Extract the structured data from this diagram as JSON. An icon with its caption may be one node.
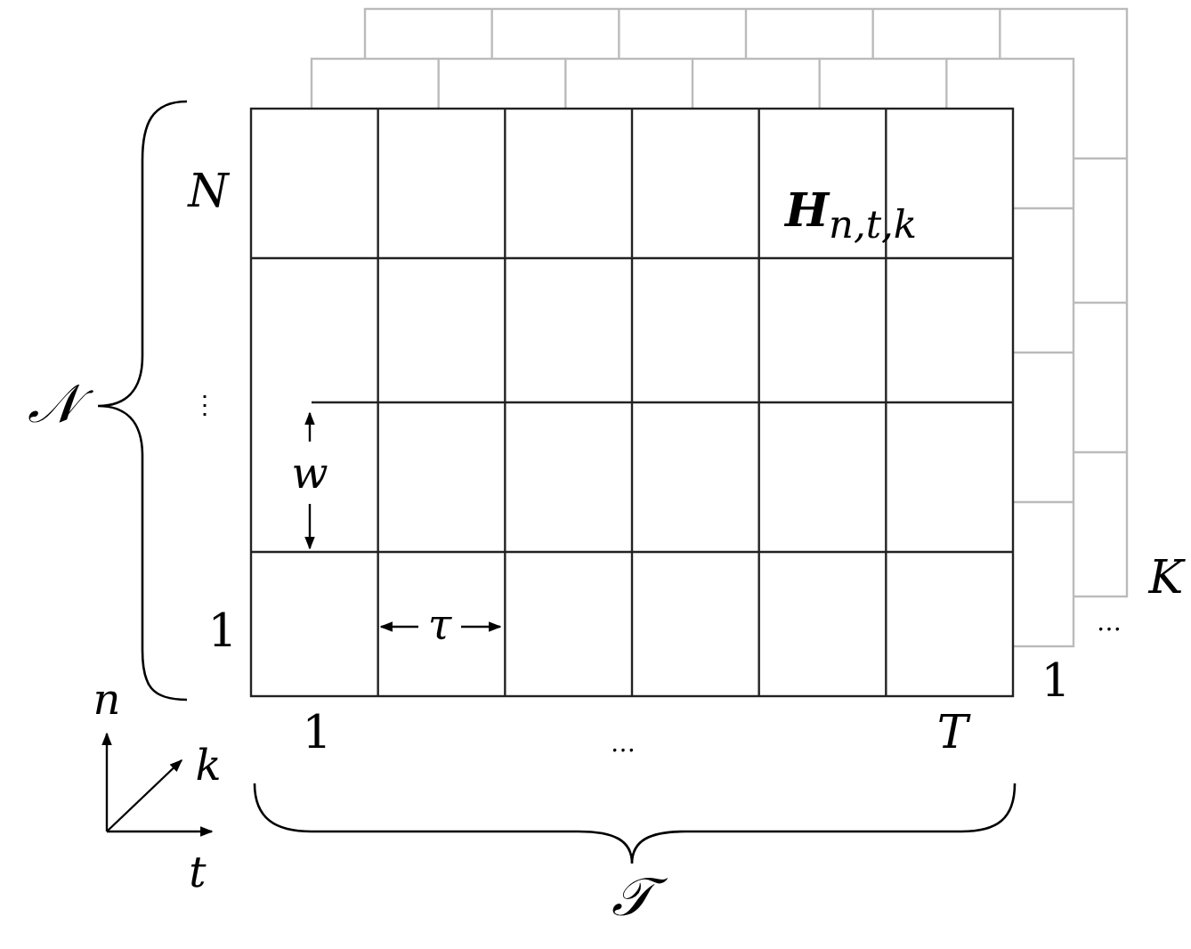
{
  "diagram": {
    "labels": [
      "N",
      "**H**$_{n,t,k}$",
      "⋮",
      "w",
      "1",
      "τ",
      "𝒩",
      "1",
      "…",
      "T",
      "𝒯",
      "n",
      "k",
      "t",
      "K",
      "…",
      "1"
    ]
  }
}
